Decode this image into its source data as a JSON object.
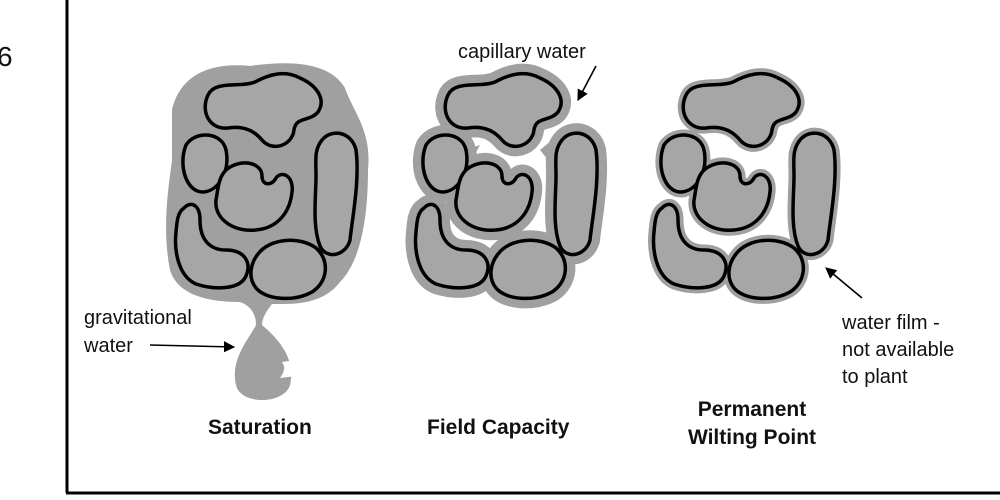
{
  "figure_number": "6",
  "labels": {
    "capillary_water": "capillary water",
    "gravitational_water_line1": "gravitational",
    "gravitational_water_line2": "water",
    "water_film_line1": "water film -",
    "water_film_line2": "not available",
    "water_film_line3": "to plant"
  },
  "stages": {
    "saturation": "Saturation",
    "field_capacity": "Field Capacity",
    "wilting_line1": "Permanent",
    "wilting_line2": "Wilting Point"
  },
  "colors": {
    "water": "#a0a0a0",
    "particle": "#a6a6a6",
    "outline": "#000000"
  }
}
